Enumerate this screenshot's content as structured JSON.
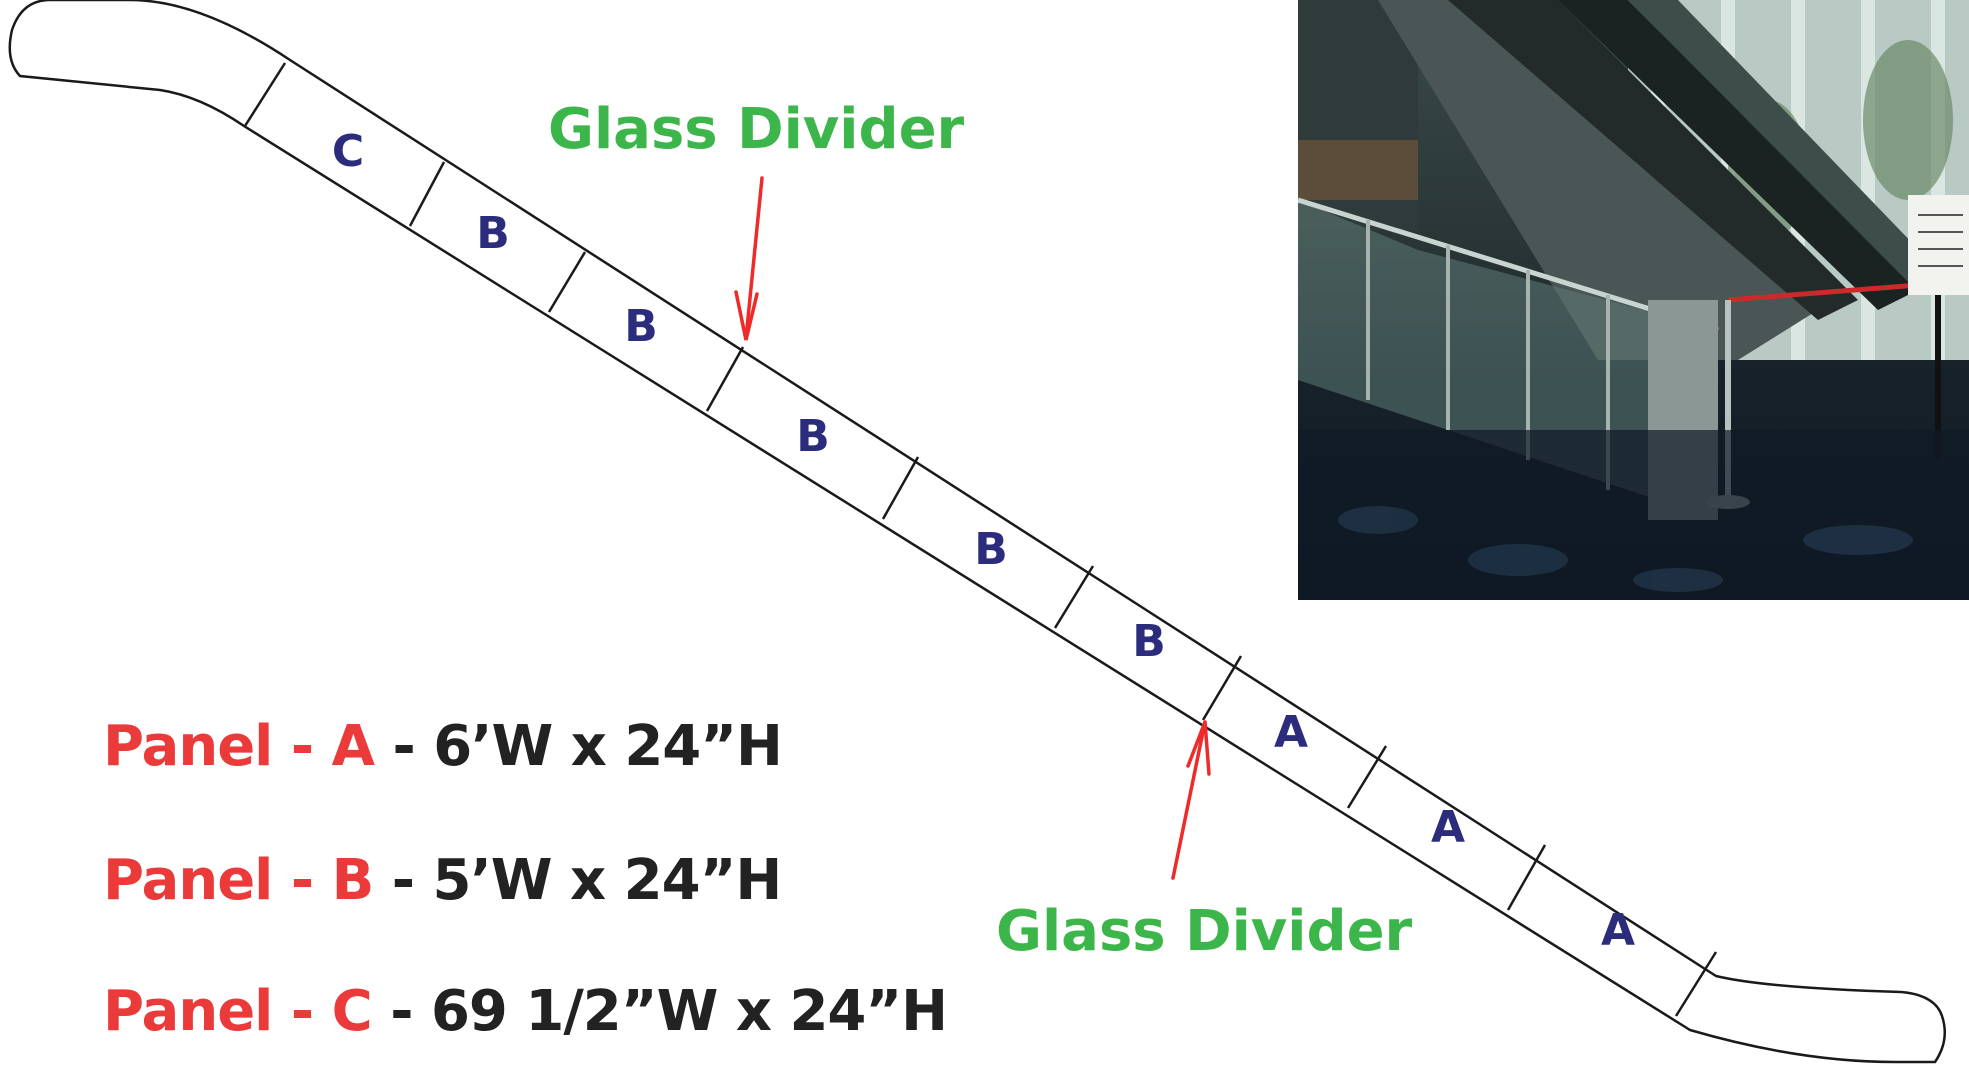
{
  "panels": [
    {
      "id": "p1",
      "letter": "C"
    },
    {
      "id": "p2",
      "letter": "B"
    },
    {
      "id": "p3",
      "letter": "B"
    },
    {
      "id": "p4",
      "letter": "B"
    },
    {
      "id": "p5",
      "letter": "B"
    },
    {
      "id": "p6",
      "letter": "B"
    },
    {
      "id": "p7",
      "letter": "A"
    },
    {
      "id": "p8",
      "letter": "A"
    },
    {
      "id": "p9",
      "letter": "A"
    }
  ],
  "dividers": {
    "top_label": "Glass Divider",
    "bottom_label": "Glass Divider"
  },
  "legend": [
    {
      "label": "Panel - A",
      "separator": "-",
      "dims": "6’W x 24”H"
    },
    {
      "label": "Panel - B",
      "separator": "-",
      "dims": "5’W x 24”H"
    },
    {
      "label": "Panel - C",
      "separator": "-",
      "dims": "69 1/2”W x 24”H"
    }
  ],
  "colors": {
    "panel_letter": "#2b2c7c",
    "divider_label": "#3cb64a",
    "panel_label": "#ea3a3a",
    "dimension_text": "#222222",
    "arrow": "#ee2a2a"
  },
  "photo": {
    "icon": "escalator-photo"
  }
}
